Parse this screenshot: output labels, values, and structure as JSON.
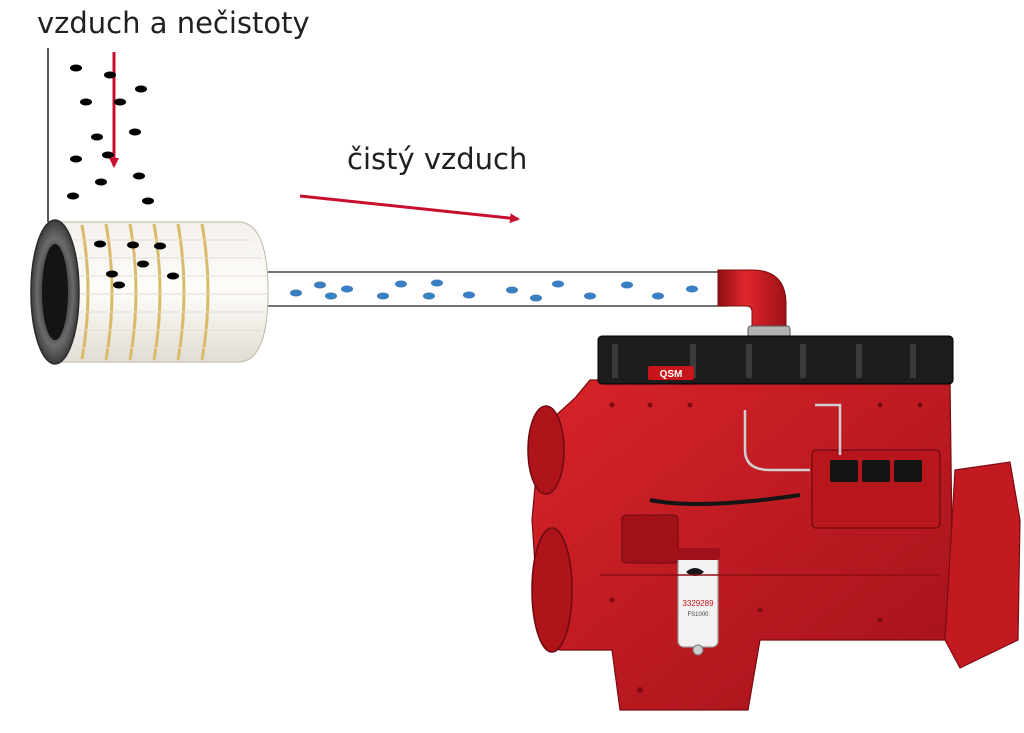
{
  "labels": {
    "dirty_air": "vzduch a nečistoty",
    "clean_air": "čistý vzduch"
  },
  "filter": {
    "brand_code": "",
    "visible": true
  },
  "engine": {
    "logo_text": "QSM",
    "filter_part_number": "3329289",
    "filter_model": "FS1000"
  },
  "colors": {
    "arrow": "#c8102e",
    "dirt_particle": "#000000",
    "clean_particle": "#3a7fc1",
    "engine_red": "#c8151b",
    "engine_black": "#1d1d1d",
    "filter_band": "#d9b96a"
  },
  "icons": {
    "dirt": "dirt-particle-icon",
    "clean": "clean-air-particle-icon"
  }
}
